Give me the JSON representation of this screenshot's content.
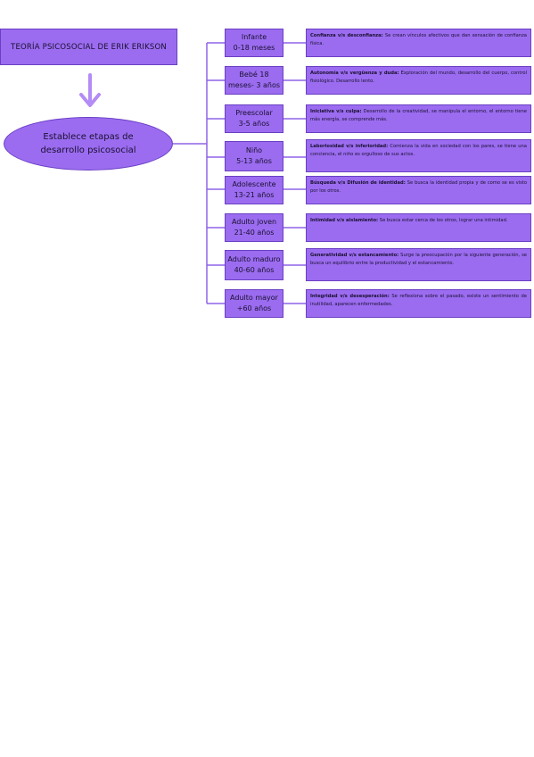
{
  "title": "TEORÍA PSICOSOCIAL DE ERIK ERIKSON",
  "center": "Establece etapas de desarrollo psicosocial",
  "colors": {
    "box": "#9b6cf0",
    "border": "#6a3fc4",
    "arrow": "#b48cf5"
  },
  "stages": [
    {
      "name": "Infante",
      "range": "0-18 meses",
      "bold": "Confianza v/s desconfianza:",
      "text": " Se crean vínculos afectivos que dan sensación de confianza física."
    },
    {
      "name": "Bebé 18",
      "range": "meses- 3 años",
      "bold": "Autonomía v/s vergüenza y duda:",
      "text": " Exploración del mundo, desarrollo del cuerpo, control fisiológico. Desarrollo lento."
    },
    {
      "name": "Preescolar",
      "range": "3-5 años",
      "bold": "Iniciativa v/s culpa:",
      "text": " Desarrollo de la creatividad, se manipula el entorno, el entorno tiene más energía, se comprende más."
    },
    {
      "name": "Niño",
      "range": "5-13 años",
      "bold": "Laboriosidad v/s inferioridad:",
      "text": " Comienza la vida en sociedad con los pares, se tiene una conciencia, el niño es orgulloso de sus actos."
    },
    {
      "name": "Adolescente",
      "range": "13-21 años",
      "bold": "Búsqueda v/s Difusión de identidad:",
      "text": " Se busca la identidad propia y de como se es visto por los otros."
    },
    {
      "name": "Adulto joven",
      "range": "21-40 años",
      "bold": "Intimidad v/s aislamiento:",
      "text": " Se busca estar cerca de los otros, lograr una intimidad."
    },
    {
      "name": "Adulto maduro",
      "range": "40-60 años",
      "bold": "Generatividad v/s estancamiento:",
      "text": " Surge la preocupación por la siguiente generación, se busca un equilibrio entre la productividad y el estancamiento."
    },
    {
      "name": "Adulto mayor",
      "range": "+60 años",
      "bold": "Integridad v/s desesperación:",
      "text": " Se reflexiona sobre el pasado, existe un sentimiento de inutilidad, aparecen enfermedades."
    }
  ]
}
